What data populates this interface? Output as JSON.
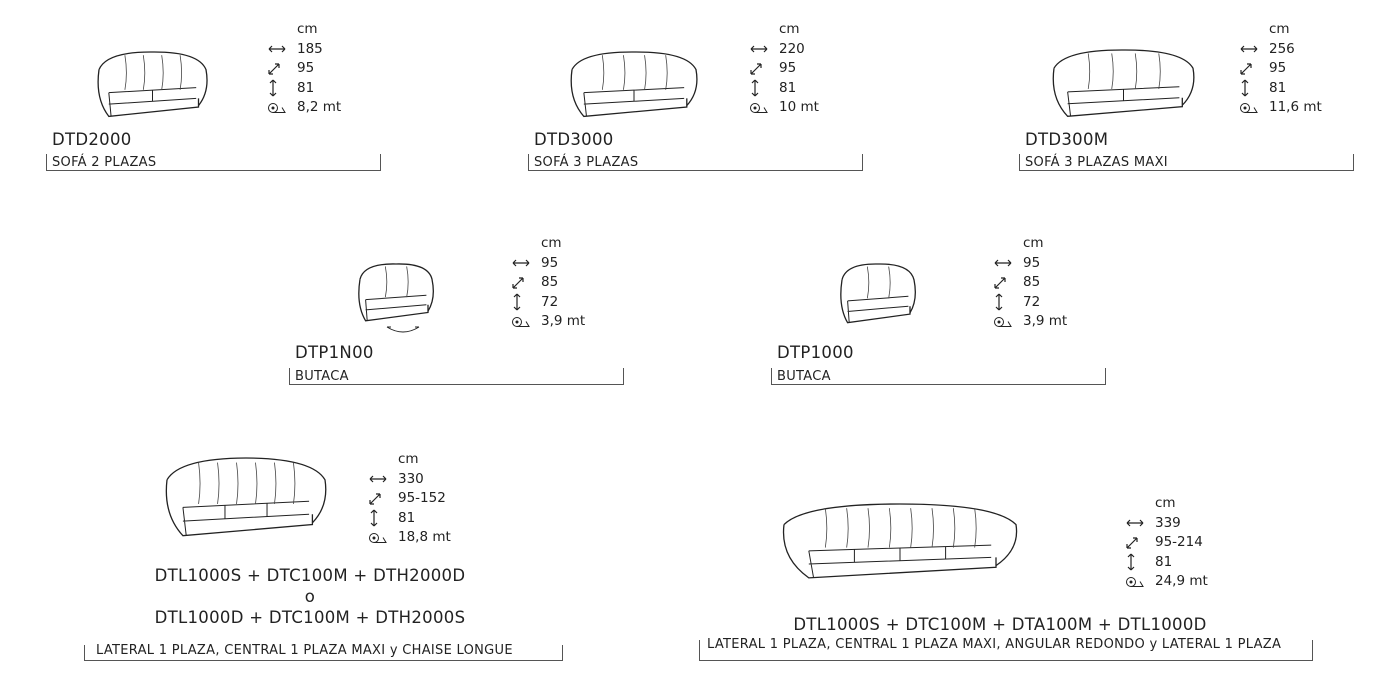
{
  "unit": "cm",
  "products": [
    {
      "code": "DTD2000",
      "name": "SOFÁ 2 PLAZAS",
      "width": "185",
      "depth": "95",
      "height": "81",
      "fabric": "8,2 mt"
    },
    {
      "code": "DTD3000",
      "name": "SOFÁ 3 PLAZAS",
      "width": "220",
      "depth": "95",
      "height": "81",
      "fabric": "10 mt"
    },
    {
      "code": "DTD300M",
      "name": "SOFÁ 3 PLAZAS MAXI",
      "width": "256",
      "depth": "95",
      "height": "81",
      "fabric": "11,6 mt"
    },
    {
      "code": "DTP1N00",
      "name": "BUTACA",
      "width": "95",
      "depth": "85",
      "height": "72",
      "fabric": "3,9  mt"
    },
    {
      "code": "DTP1000",
      "name": "BUTACA",
      "width": "95",
      "depth": "85",
      "height": "72",
      "fabric": "3,9  mt"
    },
    {
      "code_line1": "DTL1000S + DTC100M + DTH2000D",
      "code_or": "o",
      "code_line2": "DTL1000D + DTC100M + DTH2000S",
      "name": "LATERAL 1 PLAZA, CENTRAL 1 PLAZA MAXI y CHAISE LONGUE",
      "width": "330",
      "depth": "95-152",
      "height": "81",
      "fabric": "18,8 mt"
    },
    {
      "code": "DTL1000S + DTC100M + DTA100M + DTL1000D",
      "name": "LATERAL 1 PLAZA, CENTRAL 1 PLAZA MAXI, ANGULAR REDONDO y LATERAL 1 PLAZA",
      "width": "339",
      "depth": "95-214",
      "height": "81",
      "fabric": "24,9 mt"
    }
  ]
}
